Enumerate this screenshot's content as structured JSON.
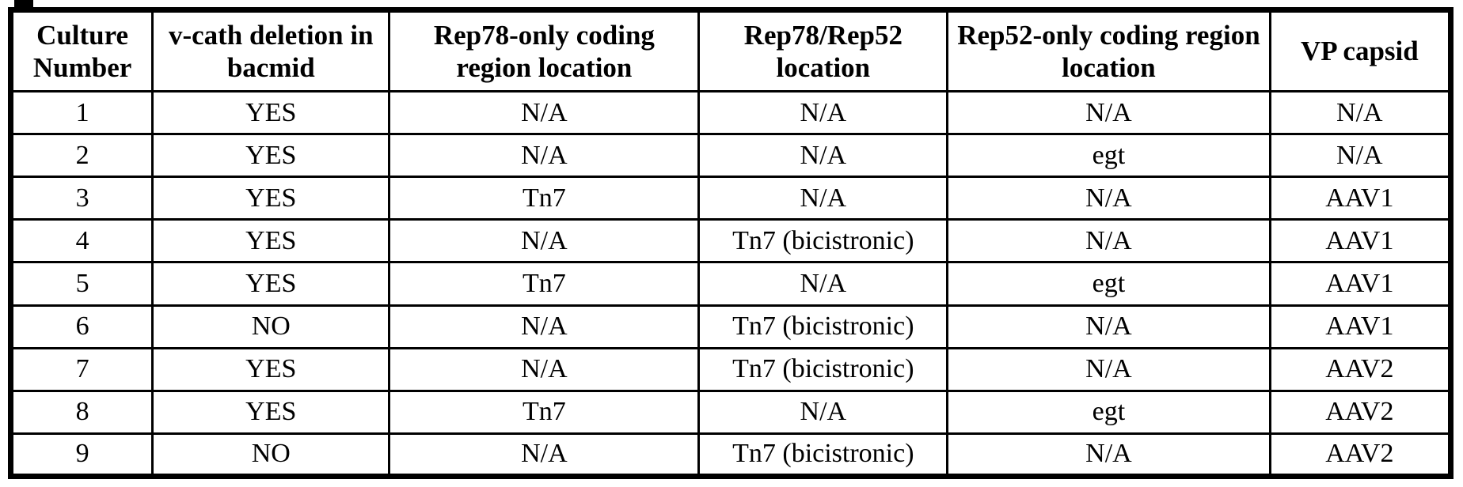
{
  "colors": {
    "background": "#ffffff",
    "border": "#000000",
    "text": "#000000"
  },
  "table": {
    "columns": [
      "Culture Number",
      "v-cath deletion in bacmid",
      "Rep78-only coding region location",
      "Rep78/Rep52 location",
      "Rep52-only coding region location",
      "VP capsid"
    ],
    "rows": [
      [
        "1",
        "YES",
        "N/A",
        "N/A",
        "N/A",
        "N/A"
      ],
      [
        "2",
        "YES",
        "N/A",
        "N/A",
        "egt",
        "N/A"
      ],
      [
        "3",
        "YES",
        "Tn7",
        "N/A",
        "N/A",
        "AAV1"
      ],
      [
        "4",
        "YES",
        "N/A",
        "Tn7 (bicistronic)",
        "N/A",
        "AAV1"
      ],
      [
        "5",
        "YES",
        "Tn7",
        "N/A",
        "egt",
        "AAV1"
      ],
      [
        "6",
        "NO",
        "N/A",
        "Tn7 (bicistronic)",
        "N/A",
        "AAV1"
      ],
      [
        "7",
        "YES",
        "N/A",
        "Tn7 (bicistronic)",
        "N/A",
        "AAV2"
      ],
      [
        "8",
        "YES",
        "Tn7",
        "N/A",
        "egt",
        "AAV2"
      ],
      [
        "9",
        "NO",
        "N/A",
        "Tn7 (bicistronic)",
        "N/A",
        "AAV2"
      ]
    ]
  }
}
